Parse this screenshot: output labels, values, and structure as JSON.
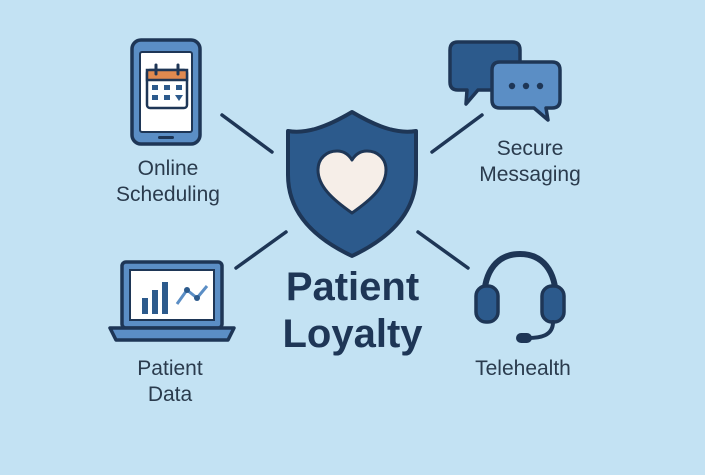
{
  "center": {
    "title": "Patient\nLoyalty",
    "icon": "shield-heart-icon"
  },
  "nodes": [
    {
      "id": "scheduling",
      "label": "Online\nScheduling",
      "icon": "phone-calendar-icon"
    },
    {
      "id": "messaging",
      "label": "Secure\nMessaging",
      "icon": "chat-bubbles-icon"
    },
    {
      "id": "data",
      "label": "Patient\nData",
      "icon": "laptop-chart-icon"
    },
    {
      "id": "telehealth",
      "label": "Telehealth",
      "icon": "headset-icon"
    }
  ],
  "colors": {
    "background": "#c3e2f3",
    "primary": "#2c5a8c",
    "outline": "#1e3656",
    "light_blue": "#5b8ec5",
    "accent_orange": "#e0894f",
    "heart": "#f6eee8"
  }
}
